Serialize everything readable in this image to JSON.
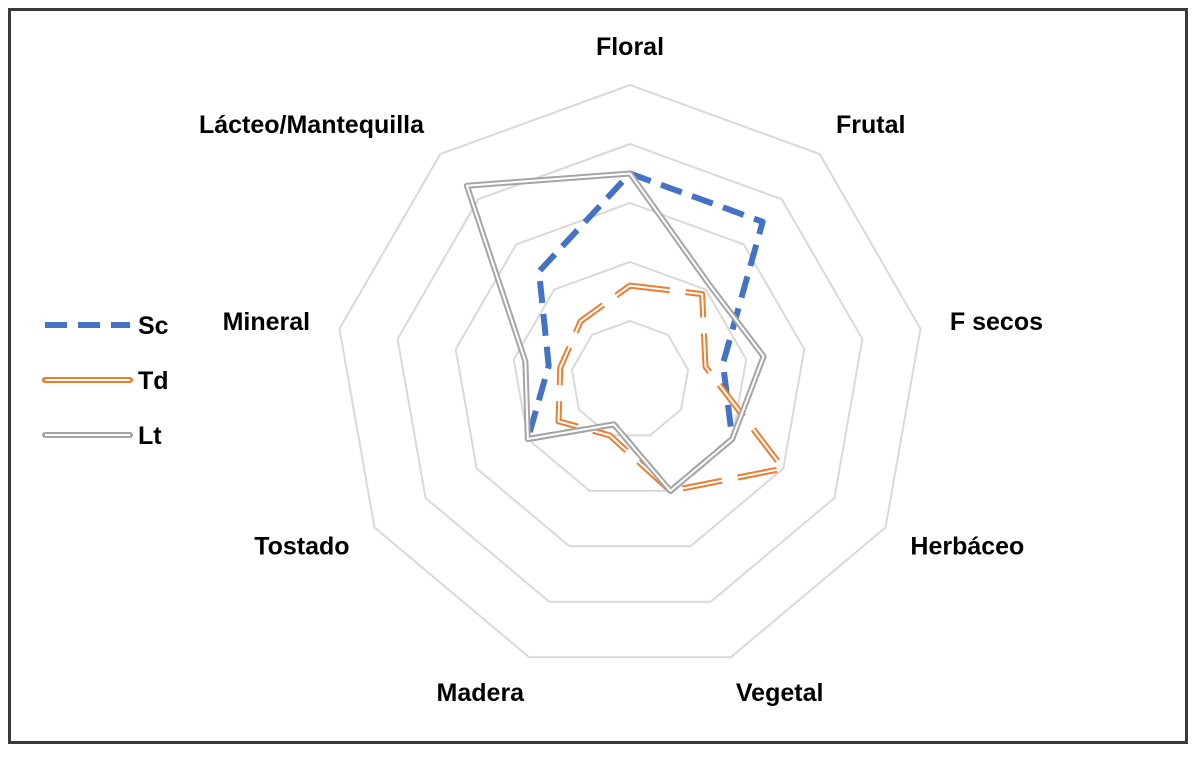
{
  "chart_data": {
    "type": "radar",
    "categories": [
      "Floral",
      "Frutal",
      "F secos",
      "Herbáceo",
      "Vegetal",
      "Madera",
      "Tostado",
      "Mineral",
      "Lácteo/Mantequilla"
    ],
    "rlim": [
      0,
      5
    ],
    "grid": true,
    "legend_position": "left",
    "series": [
      {
        "name": "Sc",
        "values": [
          3.5,
          3.5,
          1.6,
          2.0,
          2.0,
          0.8,
          2.0,
          1.4,
          2.4
        ],
        "color": "#4472C4",
        "style": "dashed"
      },
      {
        "name": "Td",
        "values": [
          1.6,
          1.9,
          1.3,
          3.0,
          2.0,
          1.0,
          1.4,
          1.2,
          1.3
        ],
        "color": "#ED7D31",
        "style": "double"
      },
      {
        "name": "Lt",
        "values": [
          3.5,
          2.1,
          2.3,
          2.0,
          2.0,
          0.8,
          2.0,
          1.8,
          4.3
        ],
        "color": "#A5A5A5",
        "style": "double"
      }
    ]
  }
}
